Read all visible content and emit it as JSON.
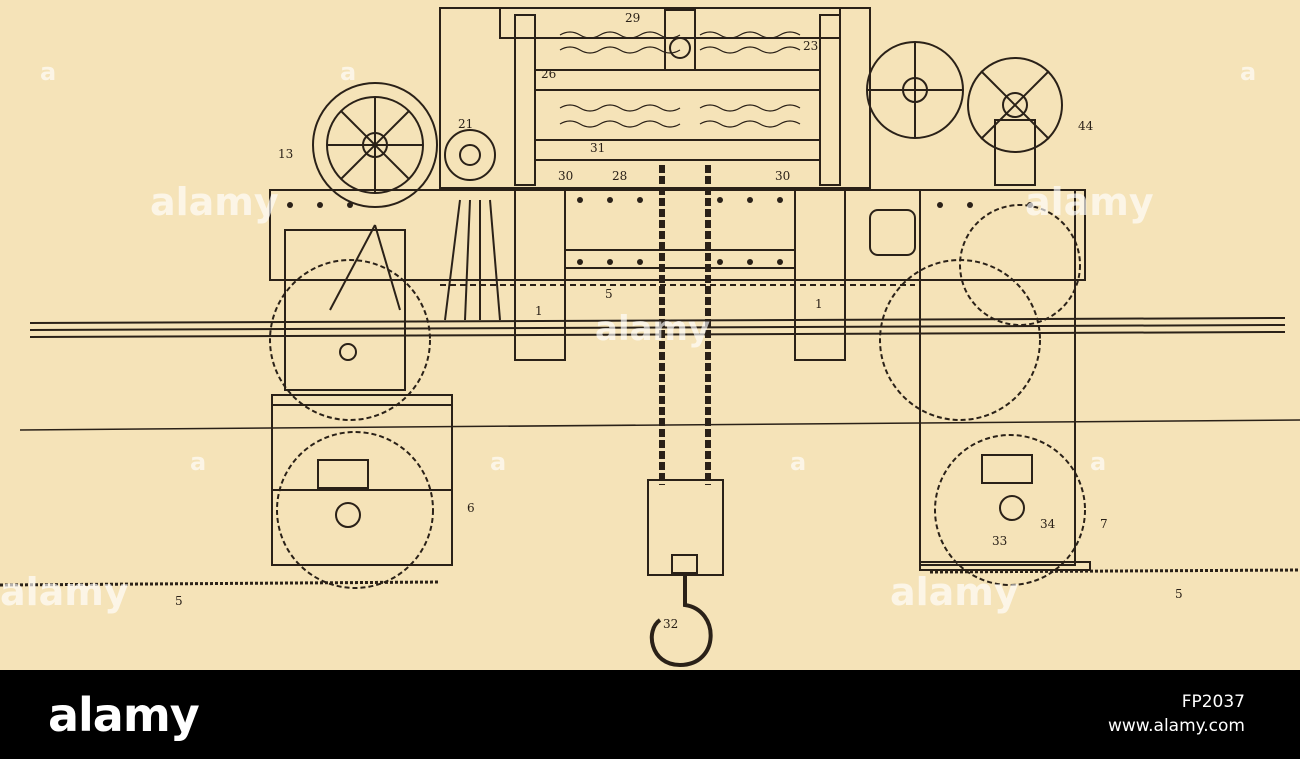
{
  "figure": {
    "part_labels": [
      "29",
      "23",
      "26",
      "21",
      "13",
      "31",
      "30",
      "28",
      "30",
      "5",
      "1",
      "1",
      "5",
      "6",
      "32",
      "34",
      "33",
      "7",
      "5",
      "44"
    ]
  },
  "watermark": {
    "text": "alamy",
    "marks": [
      "a",
      "a",
      "a",
      "a",
      "a",
      "a",
      "a"
    ]
  },
  "footer": {
    "logo": "alamy",
    "image_id": "FP2037",
    "site": "www.alamy.com"
  },
  "colors": {
    "paper": "#f5e3b8",
    "ink": "#2a2118",
    "footer": "#000000"
  }
}
